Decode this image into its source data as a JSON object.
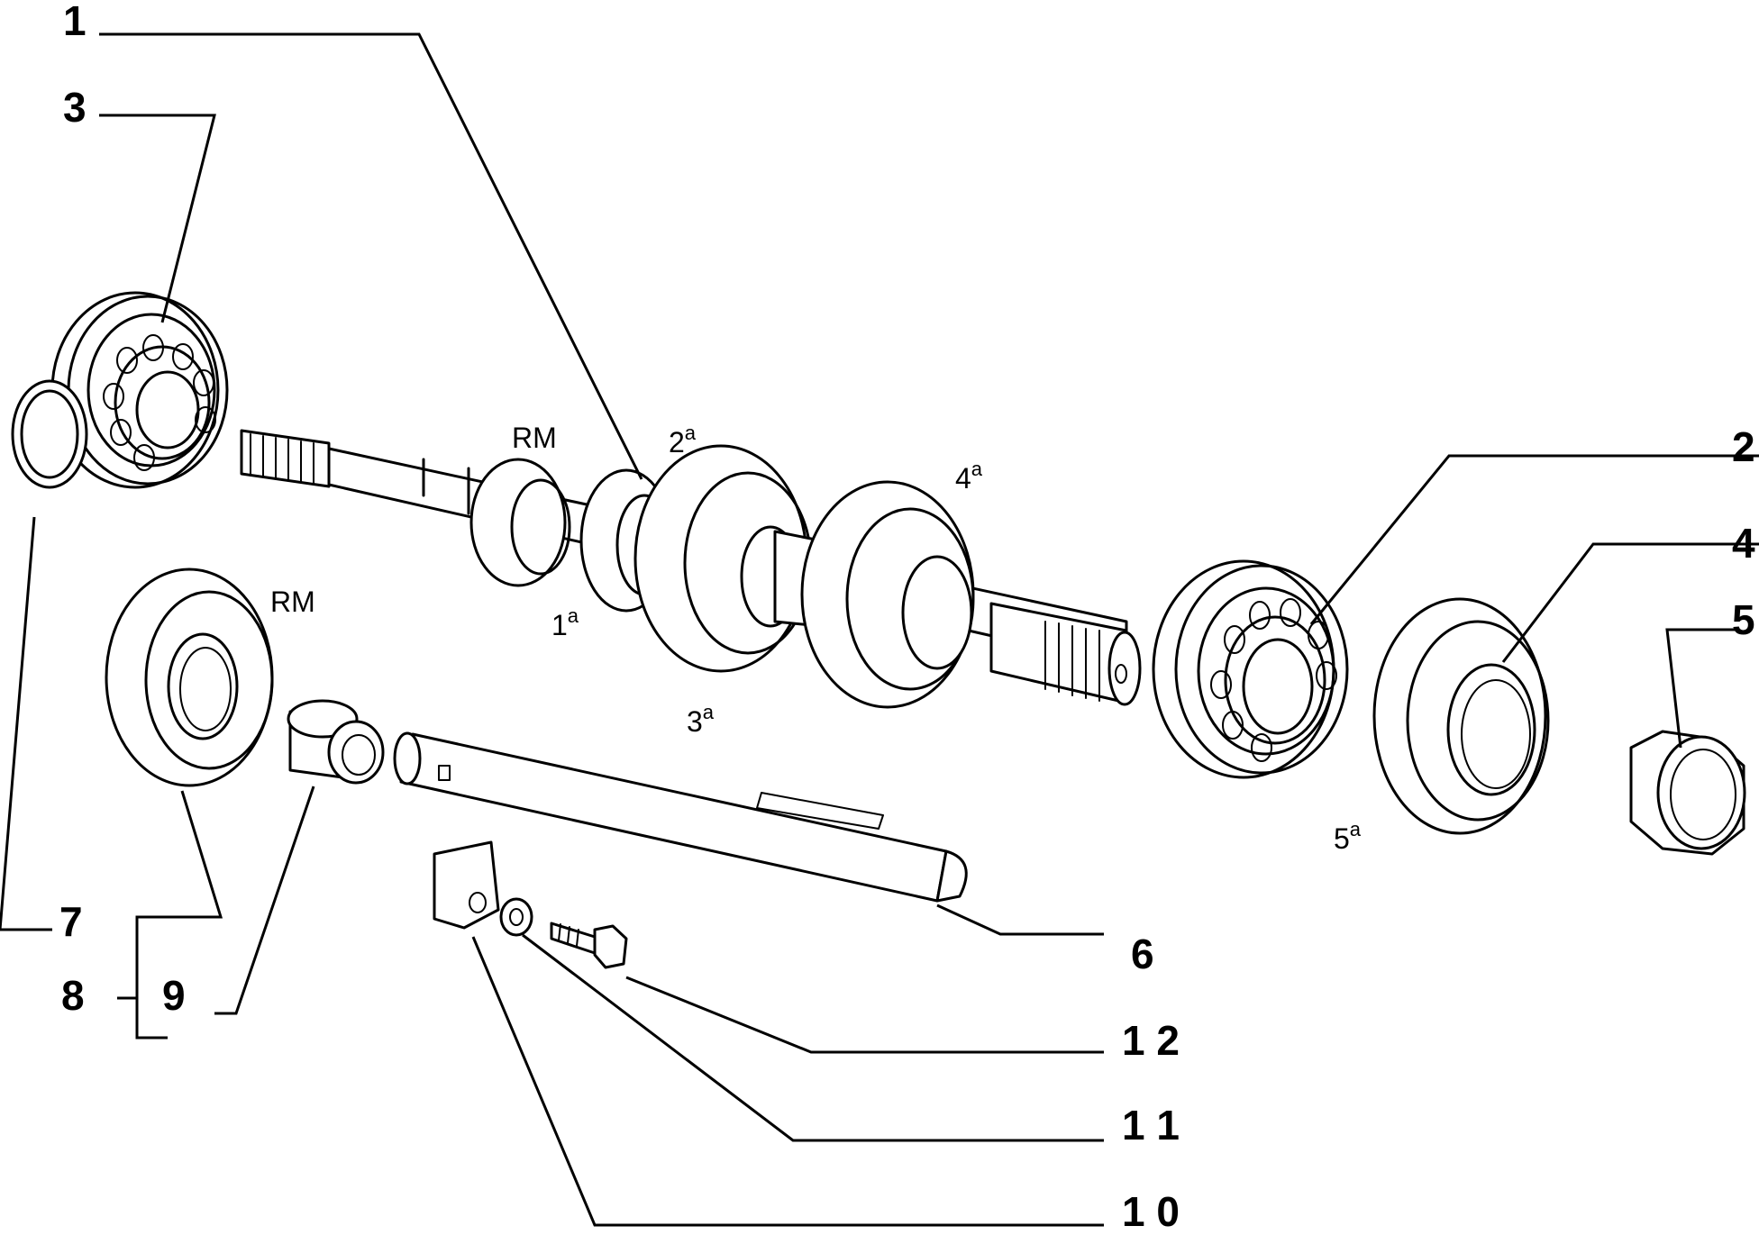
{
  "callouts": {
    "n1": "1",
    "n2": "2",
    "n3": "3",
    "n4": "4",
    "n5": "5",
    "n6": "6",
    "n7": "7",
    "n8": "8",
    "n9": "9",
    "n10": "1 0",
    "n11": "1 1",
    "n12": "1 2"
  },
  "gear_tags": {
    "rm_shaft": "RM",
    "rm_gear": "RM",
    "g1": {
      "num": "1",
      "sup": "a"
    },
    "g2": {
      "num": "2",
      "sup": "a"
    },
    "g3": {
      "num": "3",
      "sup": "a"
    },
    "g4": {
      "num": "4",
      "sup": "a"
    },
    "g5": {
      "num": "5",
      "sup": "a"
    }
  }
}
